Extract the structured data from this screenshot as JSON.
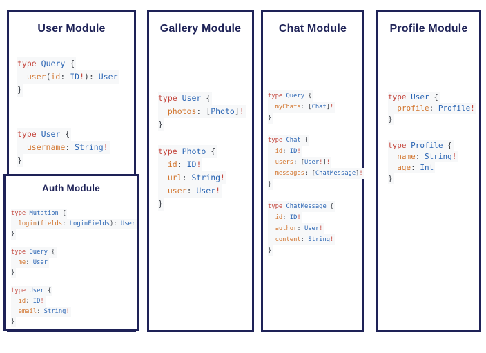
{
  "colors": {
    "border_navy": "#1e2257",
    "keyword_red": "#c4463d",
    "type_blue": "#2c66b4",
    "field_orange": "#d2752e",
    "punctuation": "#3d4148",
    "background": "#ffffff"
  },
  "modules": [
    {
      "id": "user",
      "title": "User Module",
      "code": [
        [
          [
            [
              "k",
              "type"
            ],
            [
              "p",
              " "
            ],
            [
              "t",
              "Query"
            ],
            [
              "p",
              " {"
            ]
          ],
          [
            [
              "p",
              "  "
            ],
            [
              "f",
              "user"
            ],
            [
              "p",
              "("
            ],
            [
              "f",
              "id"
            ],
            [
              "p",
              ": "
            ],
            [
              "t",
              "ID"
            ],
            [
              "k",
              "!"
            ],
            [
              "p",
              "): "
            ],
            [
              "t",
              "User"
            ]
          ],
          [
            [
              "p",
              "}"
            ]
          ]
        ],
        [
          [
            [
              "k",
              "type"
            ],
            [
              "p",
              " "
            ],
            [
              "t",
              "User"
            ],
            [
              "p",
              " {"
            ]
          ],
          [
            [
              "p",
              "  "
            ],
            [
              "f",
              "username"
            ],
            [
              "p",
              ": "
            ],
            [
              "t",
              "String"
            ],
            [
              "k",
              "!"
            ]
          ],
          [
            [
              "p",
              "}"
            ]
          ]
        ]
      ]
    },
    {
      "id": "gallery",
      "title": "Gallery Module",
      "code": [
        [
          [
            [
              "k",
              "type"
            ],
            [
              "p",
              " "
            ],
            [
              "t",
              "User"
            ],
            [
              "p",
              " {"
            ]
          ],
          [
            [
              "p",
              "  "
            ],
            [
              "f",
              "photos"
            ],
            [
              "p",
              ": ["
            ],
            [
              "t",
              "Photo"
            ],
            [
              "p",
              "]"
            ],
            [
              "k",
              "!"
            ]
          ],
          [
            [
              "p",
              "}"
            ]
          ]
        ],
        [
          [
            [
              "k",
              "type"
            ],
            [
              "p",
              " "
            ],
            [
              "t",
              "Photo"
            ],
            [
              "p",
              " {"
            ]
          ],
          [
            [
              "p",
              "  "
            ],
            [
              "f",
              "id"
            ],
            [
              "p",
              ": "
            ],
            [
              "t",
              "ID"
            ],
            [
              "k",
              "!"
            ]
          ],
          [
            [
              "p",
              "  "
            ],
            [
              "f",
              "url"
            ],
            [
              "p",
              ": "
            ],
            [
              "t",
              "String"
            ],
            [
              "k",
              "!"
            ]
          ],
          [
            [
              "p",
              "  "
            ],
            [
              "f",
              "user"
            ],
            [
              "p",
              ": "
            ],
            [
              "t",
              "User"
            ],
            [
              "k",
              "!"
            ]
          ],
          [
            [
              "p",
              "}"
            ]
          ]
        ]
      ]
    },
    {
      "id": "chat",
      "title": "Chat Module",
      "code": [
        [
          [
            [
              "k",
              "type"
            ],
            [
              "p",
              " "
            ],
            [
              "t",
              "Query"
            ],
            [
              "p",
              " {"
            ]
          ],
          [
            [
              "p",
              "  "
            ],
            [
              "f",
              "myChats"
            ],
            [
              "p",
              ": ["
            ],
            [
              "t",
              "Chat"
            ],
            [
              "p",
              "]"
            ],
            [
              "k",
              "!"
            ]
          ],
          [
            [
              "p",
              "}"
            ]
          ]
        ],
        [
          [
            [
              "k",
              "type"
            ],
            [
              "p",
              " "
            ],
            [
              "t",
              "Chat"
            ],
            [
              "p",
              " {"
            ]
          ],
          [
            [
              "p",
              "  "
            ],
            [
              "f",
              "id"
            ],
            [
              "p",
              ": "
            ],
            [
              "t",
              "ID"
            ],
            [
              "k",
              "!"
            ]
          ],
          [
            [
              "p",
              "  "
            ],
            [
              "f",
              "users"
            ],
            [
              "p",
              ": ["
            ],
            [
              "t",
              "User"
            ],
            [
              "k",
              "!"
            ],
            [
              "p",
              "]"
            ],
            [
              "k",
              "!"
            ]
          ],
          [
            [
              "p",
              "  "
            ],
            [
              "f",
              "messages"
            ],
            [
              "p",
              ": ["
            ],
            [
              "t",
              "ChatMessage"
            ],
            [
              "p",
              "]"
            ],
            [
              "k",
              "!"
            ]
          ],
          [
            [
              "p",
              "}"
            ]
          ]
        ],
        [
          [
            [
              "k",
              "type"
            ],
            [
              "p",
              " "
            ],
            [
              "t",
              "ChatMessage"
            ],
            [
              "p",
              " {"
            ]
          ],
          [
            [
              "p",
              "  "
            ],
            [
              "f",
              "id"
            ],
            [
              "p",
              ": "
            ],
            [
              "t",
              "ID"
            ],
            [
              "k",
              "!"
            ]
          ],
          [
            [
              "p",
              "  "
            ],
            [
              "f",
              "author"
            ],
            [
              "p",
              ": "
            ],
            [
              "t",
              "User"
            ],
            [
              "k",
              "!"
            ]
          ],
          [
            [
              "p",
              "  "
            ],
            [
              "f",
              "content"
            ],
            [
              "p",
              ": "
            ],
            [
              "t",
              "String"
            ],
            [
              "k",
              "!"
            ]
          ],
          [
            [
              "p",
              "}"
            ]
          ]
        ]
      ]
    },
    {
      "id": "profile",
      "title": "Profile Module",
      "code": [
        [
          [
            [
              "k",
              "type"
            ],
            [
              "p",
              " "
            ],
            [
              "t",
              "User"
            ],
            [
              "p",
              " {"
            ]
          ],
          [
            [
              "p",
              "  "
            ],
            [
              "f",
              "profile"
            ],
            [
              "p",
              ": "
            ],
            [
              "t",
              "Profile"
            ],
            [
              "k",
              "!"
            ]
          ],
          [
            [
              "p",
              "}"
            ]
          ]
        ],
        [
          [
            [
              "k",
              "type"
            ],
            [
              "p",
              " "
            ],
            [
              "t",
              "Profile"
            ],
            [
              "p",
              " {"
            ]
          ],
          [
            [
              "p",
              "  "
            ],
            [
              "f",
              "name"
            ],
            [
              "p",
              ": "
            ],
            [
              "t",
              "String"
            ],
            [
              "k",
              "!"
            ]
          ],
          [
            [
              "p",
              "  "
            ],
            [
              "f",
              "age"
            ],
            [
              "p",
              ": "
            ],
            [
              "t",
              "Int"
            ]
          ],
          [
            [
              "p",
              "}"
            ]
          ]
        ]
      ]
    },
    {
      "id": "auth",
      "title": "Auth Module",
      "code": [
        [
          [
            [
              "k",
              "type"
            ],
            [
              "p",
              " "
            ],
            [
              "t",
              "Mutation"
            ],
            [
              "p",
              " {"
            ]
          ],
          [
            [
              "p",
              "  "
            ],
            [
              "f",
              "login"
            ],
            [
              "p",
              "("
            ],
            [
              "f",
              "fields"
            ],
            [
              "p",
              ": "
            ],
            [
              "t",
              "LoginFields"
            ],
            [
              "p",
              "): "
            ],
            [
              "t",
              "User"
            ]
          ],
          [
            [
              "p",
              "}"
            ]
          ]
        ],
        [
          [
            [
              "k",
              "type"
            ],
            [
              "p",
              " "
            ],
            [
              "t",
              "Query"
            ],
            [
              "p",
              " {"
            ]
          ],
          [
            [
              "p",
              "  "
            ],
            [
              "f",
              "me"
            ],
            [
              "p",
              ": "
            ],
            [
              "t",
              "User"
            ]
          ],
          [
            [
              "p",
              "}"
            ]
          ]
        ],
        [
          [
            [
              "k",
              "type"
            ],
            [
              "p",
              " "
            ],
            [
              "t",
              "User"
            ],
            [
              "p",
              " {"
            ]
          ],
          [
            [
              "p",
              "  "
            ],
            [
              "f",
              "id"
            ],
            [
              "p",
              ": "
            ],
            [
              "t",
              "ID"
            ],
            [
              "k",
              "!"
            ]
          ],
          [
            [
              "p",
              "  "
            ],
            [
              "f",
              "email"
            ],
            [
              "p",
              ": "
            ],
            [
              "t",
              "String"
            ],
            [
              "k",
              "!"
            ]
          ],
          [
            [
              "p",
              "}"
            ]
          ]
        ]
      ]
    }
  ]
}
